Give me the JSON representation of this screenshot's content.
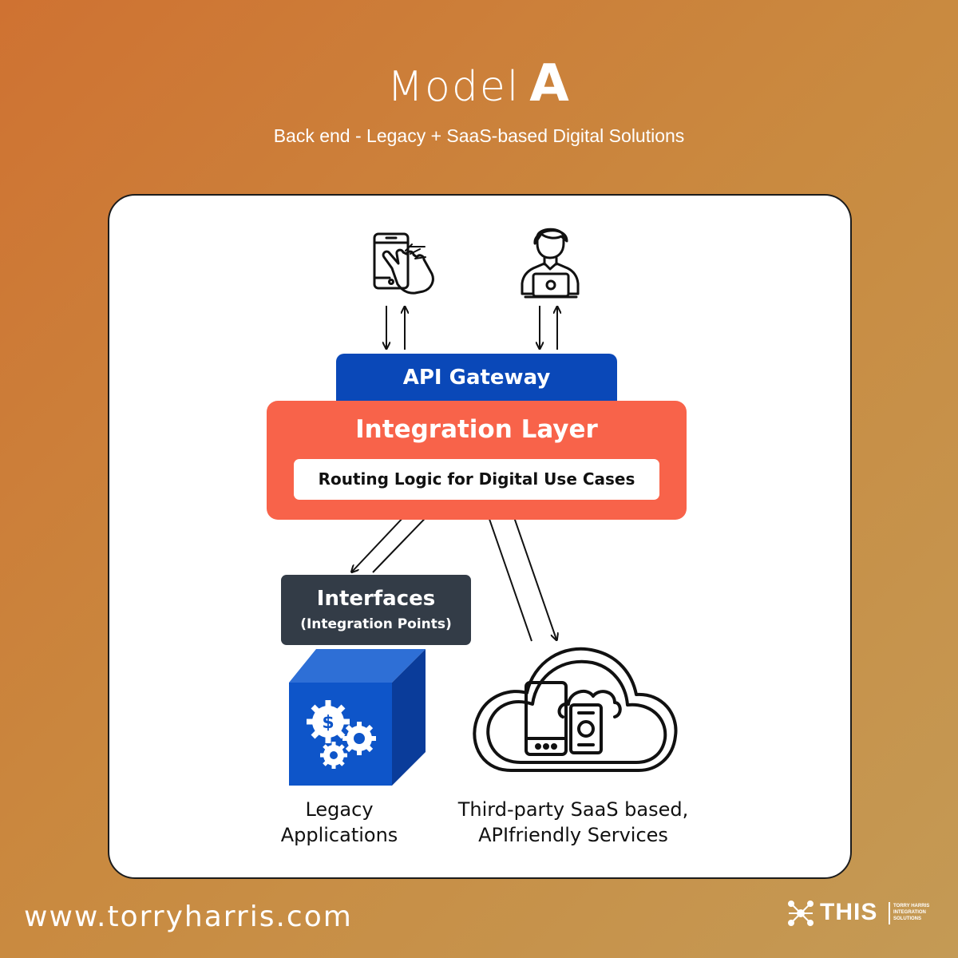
{
  "header": {
    "title_word": "Model",
    "title_letter": "A",
    "subtitle": "Back end - Legacy + SaaS-based Digital Solutions"
  },
  "diagram": {
    "api_gateway": "API Gateway",
    "integration_layer": "Integration Layer",
    "routing_logic": "Routing Logic for Digital Use Cases",
    "interfaces_title": "Interfaces",
    "interfaces_sub": "(Integration Points)",
    "legacy_label": [
      "Legacy",
      "Applications"
    ],
    "saas_label": [
      "Third-party SaaS based,",
      "APIfriendly Services"
    ],
    "icons": {
      "mobile": "mobile-touch-icon",
      "user": "user-laptop-icon",
      "legacy": "legacy-cube-gears-icon",
      "cloud": "cloud-devices-icon"
    },
    "colors": {
      "api_gateway": "#0a48b8",
      "integration_layer": "#f8634a",
      "interfaces": "#333c47",
      "legacy_cube": "#0e55c9"
    }
  },
  "footer": {
    "url": "www.torryharris.com",
    "brand": "THIS",
    "brand_small": [
      "TORRY HARRIS",
      "INTEGRATION",
      "SOLUTIONS"
    ]
  }
}
